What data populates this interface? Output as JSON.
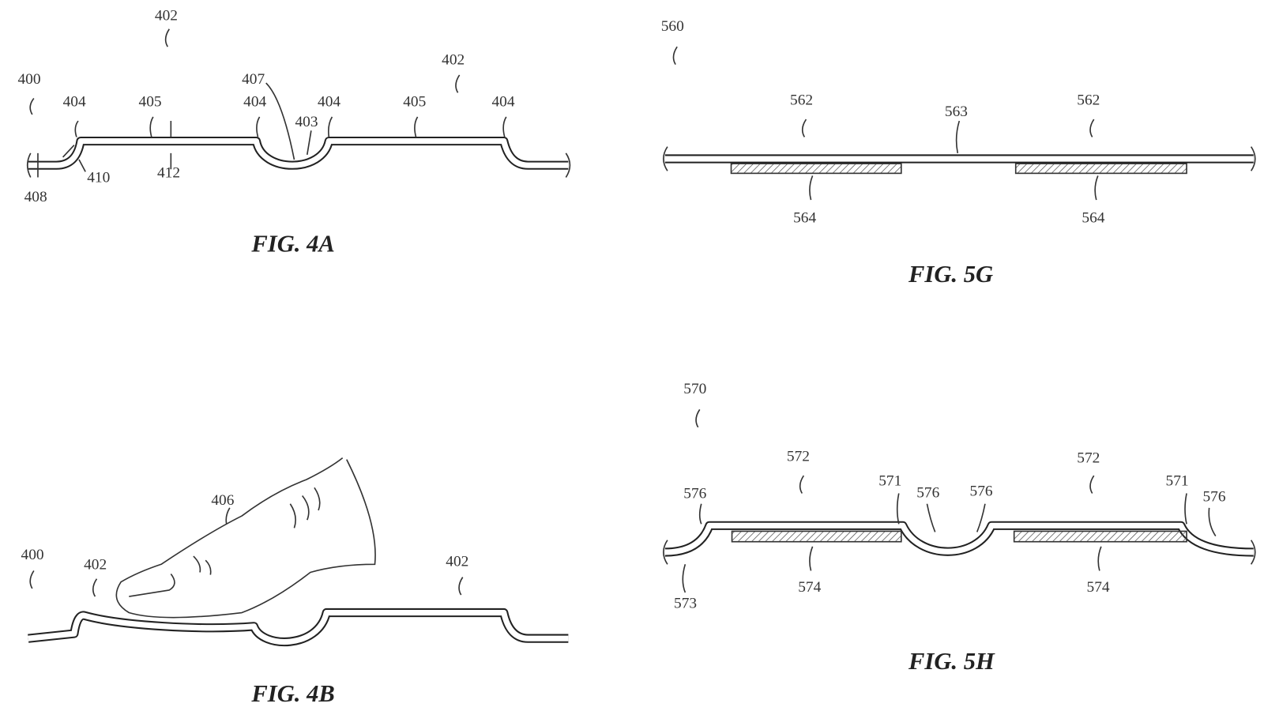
{
  "figures": {
    "fig4a": {
      "caption": "FIG. 4A",
      "labels": {
        "device": "400",
        "key_a": "402",
        "key_b": "402",
        "edge1": "404",
        "top1": "405",
        "edge2": "404",
        "gap": "407",
        "bottom": "403",
        "edge3": "404",
        "top2": "405",
        "edge4": "404",
        "thick": "408",
        "bend": "410",
        "height": "412"
      }
    },
    "fig4b": {
      "caption": "FIG. 4B",
      "labels": {
        "device": "400",
        "key_a": "402",
        "finger": "406",
        "key_b": "402"
      }
    },
    "fig5g": {
      "caption": "FIG. 5G",
      "labels": {
        "device": "560",
        "key_a": "562",
        "layer": "563",
        "key_b": "562",
        "pad_a": "564",
        "pad_b": "564"
      }
    },
    "fig5h": {
      "caption": "FIG. 5H",
      "labels": {
        "device": "570",
        "key_a": "572",
        "key_b": "572",
        "edge_a": "571",
        "edge_b": "571",
        "bend1": "576",
        "bend2": "576",
        "bend3": "576",
        "bend4": "576",
        "layer": "573",
        "pad_a": "574",
        "pad_b": "574"
      }
    }
  }
}
